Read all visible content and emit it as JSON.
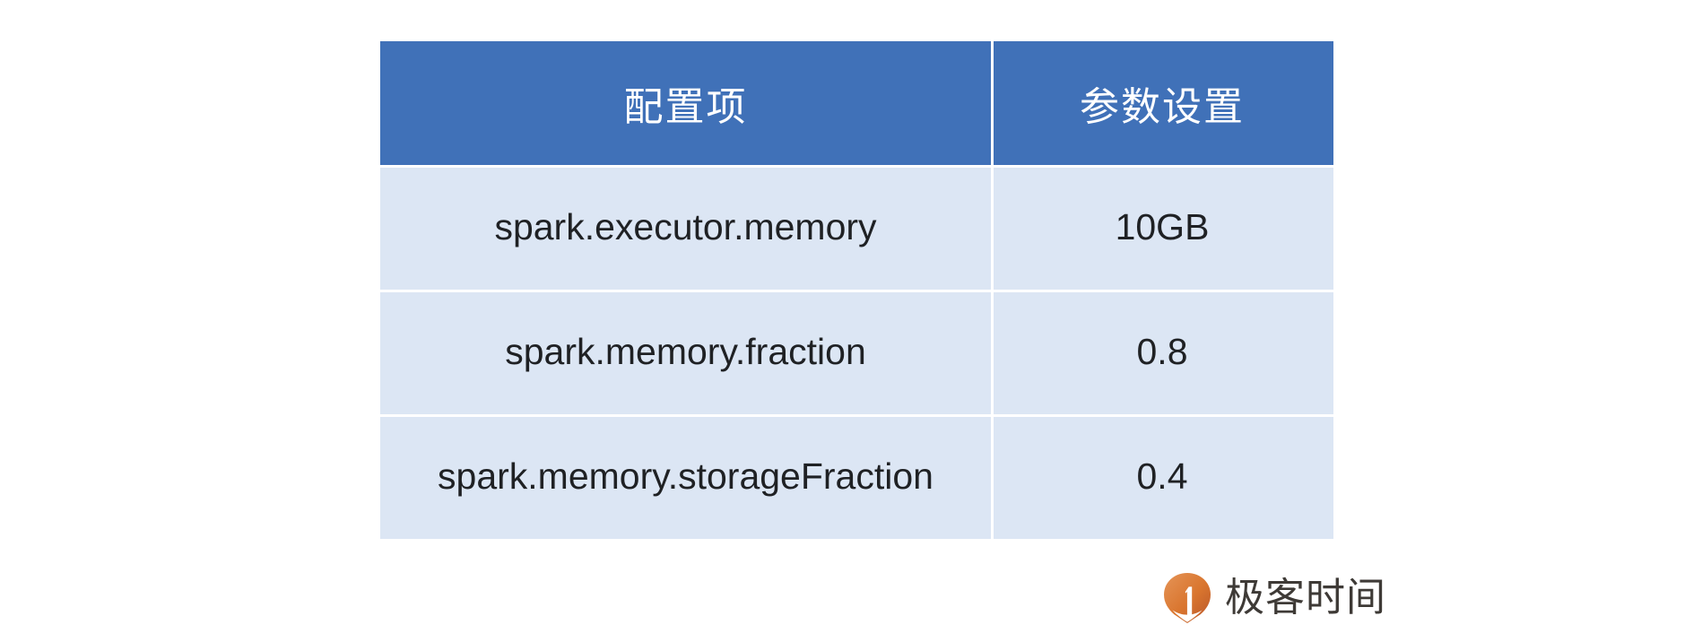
{
  "slide": {
    "background_color": "#ffffff"
  },
  "table": {
    "name": "spark-memory-config-table",
    "header_background": "#4071b8",
    "header_text_color": "#ffffff",
    "row_background": "#dce6f4",
    "row_text_color": "#1f2124",
    "divider_color": "#ffffff",
    "columns": [
      {
        "key": "config_item",
        "label": "配置项"
      },
      {
        "key": "parameter_value",
        "label": "参数设置"
      }
    ],
    "rows": [
      {
        "config_item": "spark.executor.memory",
        "parameter_value": "10GB"
      },
      {
        "config_item": "spark.memory.fraction",
        "parameter_value": "0.8"
      },
      {
        "config_item": "spark.memory.storageFraction",
        "parameter_value": "0.4"
      }
    ]
  },
  "brand": {
    "name": "geektime-logo",
    "text": "极客时间",
    "mark_icon": "geektime-pin-icon",
    "mark_color_start": "#e08a42",
    "mark_color_end": "#c05f2c",
    "text_color": "#3e3a36"
  }
}
